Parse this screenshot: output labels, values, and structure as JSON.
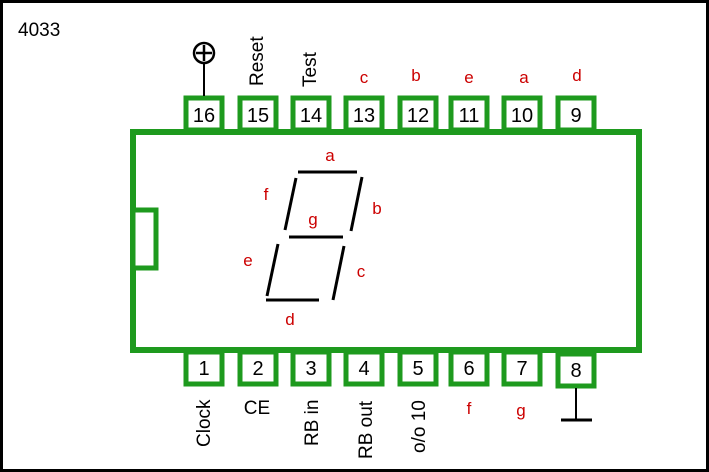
{
  "chip_name": "4033",
  "colors": {
    "body": "#1e9a1e",
    "segment_label": "#cc0000",
    "line": "#000000"
  },
  "top_pins": [
    {
      "number": "16",
      "label": ""
    },
    {
      "number": "15",
      "label": "Reset"
    },
    {
      "number": "14",
      "label": "Test"
    },
    {
      "number": "13",
      "label": "c"
    },
    {
      "number": "12",
      "label": "b"
    },
    {
      "number": "11",
      "label": "e"
    },
    {
      "number": "10",
      "label": "a"
    },
    {
      "number": "9",
      "label": "d"
    }
  ],
  "bottom_pins": [
    {
      "number": "1",
      "label": "Clock"
    },
    {
      "number": "2",
      "label": "CE"
    },
    {
      "number": "3",
      "label": "RB in"
    },
    {
      "number": "4",
      "label": "RB out"
    },
    {
      "number": "5",
      "label": "o/o 10"
    },
    {
      "number": "6",
      "label": "f"
    },
    {
      "number": "7",
      "label": "g"
    },
    {
      "number": "8",
      "label": ""
    }
  ],
  "power_symbol": "plus-circle-icon",
  "ground_symbol": "ground-icon",
  "segments": {
    "a": "a",
    "b": "b",
    "c": "c",
    "d": "d",
    "e": "e",
    "f": "f",
    "g": "g"
  }
}
